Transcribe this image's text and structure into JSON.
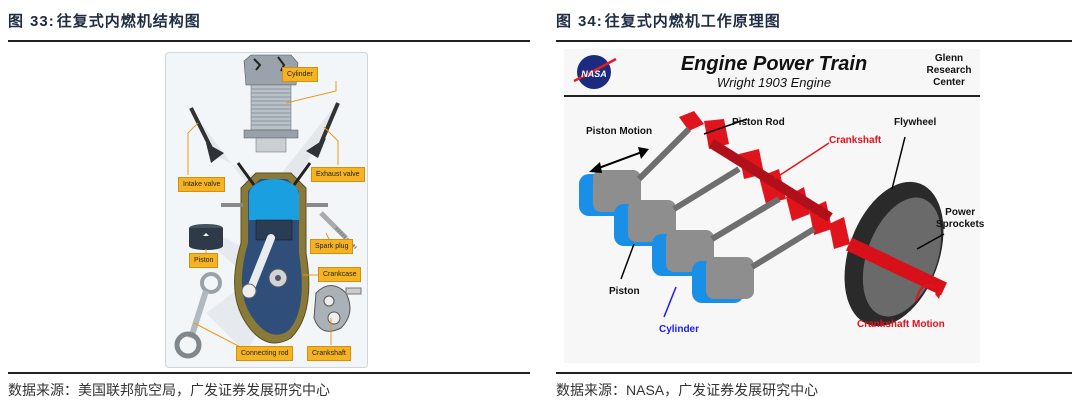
{
  "figures": [
    {
      "prefix": "图",
      "number": "33:",
      "title": "往复式内燃机结构图",
      "source_prefix": "数据来源：",
      "source_text": "美国联邦航空局，广发证券发展研究中心",
      "diagram": {
        "labels": {
          "cylinder": "Cylinder",
          "intake_valve": "Intake valve",
          "exhaust_valve": "Exhaust valve",
          "spark_plug": "Spark plug",
          "piston": "Piston",
          "crankcase": "Crankcase",
          "connecting_rod": "Connecting rod",
          "crankshaft": "Crankshaft"
        },
        "colors": {
          "tag": "#f6b321",
          "leader": "#e89a1a",
          "chamber": "#1a9fe0"
        }
      }
    },
    {
      "prefix": "图",
      "number": "34:",
      "title": "往复式内燃机工作原理图",
      "source_prefix": "数据来源：",
      "source_latin": "NASA",
      "source_text": "，广发证券发展研究中心",
      "diagram": {
        "logo": "NASA",
        "title": "Engine Power Train",
        "subtitle": "Wright 1903  Engine",
        "org_lines": [
          "Glenn",
          "Research",
          "Center"
        ],
        "labels": {
          "piston_motion": "Piston Motion",
          "piston_rod": "Piston  Rod",
          "crankshaft": "Crankshaft",
          "flywheel": "Flywheel",
          "power_sprockets_1": "Power",
          "power_sprockets_2": "Sprockets",
          "piston": "Piston",
          "cylinder": "Cylinder",
          "crankshaft_motion": "Crankshaft  Motion"
        },
        "colors": {
          "cylinder": "#1a8fe8",
          "crankshaft": "#e8101a",
          "cylinder_label": "#1a1aff",
          "red_label": "#e8101a"
        }
      }
    }
  ]
}
